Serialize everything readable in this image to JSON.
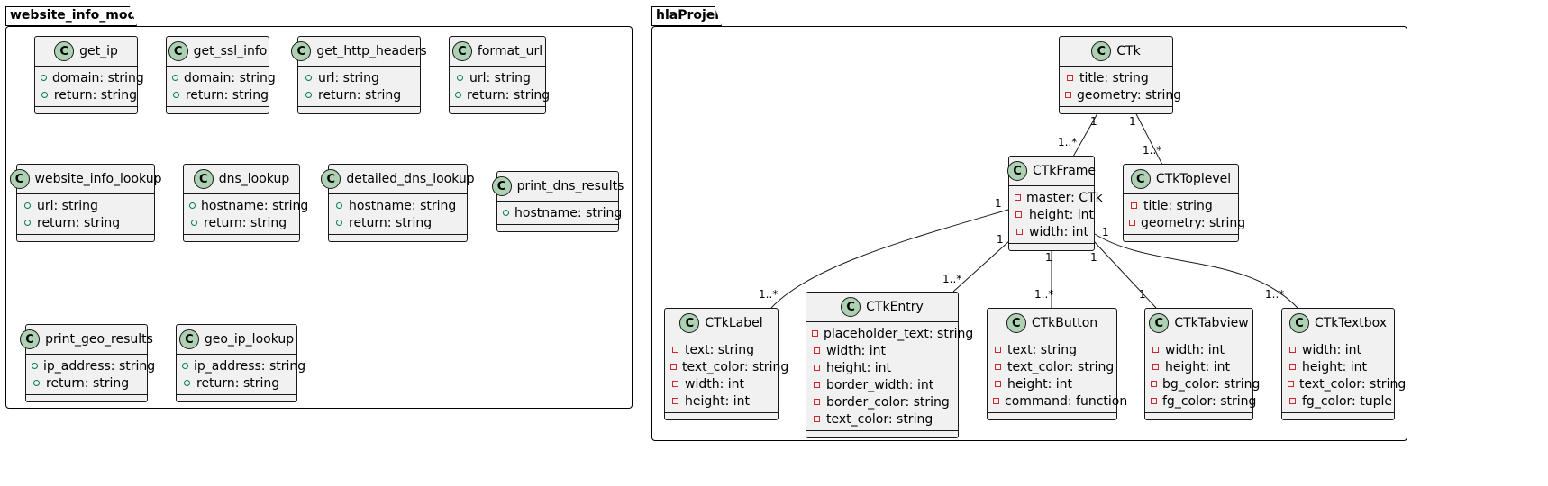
{
  "packages": [
    {
      "id": "website_info_module",
      "name": "website_info_module"
    },
    {
      "id": "hlaProjekt",
      "name": "hlaProjekt"
    }
  ],
  "classes": {
    "get_ip": {
      "name": "get_ip",
      "attrs": [
        {
          "vis": "+",
          "text": "domain: string"
        },
        {
          "vis": "+",
          "text": "return: string"
        }
      ]
    },
    "get_ssl_info": {
      "name": "get_ssl_info",
      "attrs": [
        {
          "vis": "+",
          "text": "domain: string"
        },
        {
          "vis": "+",
          "text": "return: string"
        }
      ]
    },
    "get_http_headers": {
      "name": "get_http_headers",
      "attrs": [
        {
          "vis": "+",
          "text": "url: string"
        },
        {
          "vis": "+",
          "text": "return: string"
        }
      ]
    },
    "format_url": {
      "name": "format_url",
      "attrs": [
        {
          "vis": "+",
          "text": "url: string"
        },
        {
          "vis": "+",
          "text": "return: string"
        }
      ]
    },
    "website_info_lookup": {
      "name": "website_info_lookup",
      "attrs": [
        {
          "vis": "+",
          "text": "url: string"
        },
        {
          "vis": "+",
          "text": "return: string"
        }
      ]
    },
    "dns_lookup": {
      "name": "dns_lookup",
      "attrs": [
        {
          "vis": "+",
          "text": "hostname: string"
        },
        {
          "vis": "+",
          "text": "return: string"
        }
      ]
    },
    "detailed_dns_lookup": {
      "name": "detailed_dns_lookup",
      "attrs": [
        {
          "vis": "+",
          "text": "hostname: string"
        },
        {
          "vis": "+",
          "text": "return: string"
        }
      ]
    },
    "print_dns_results": {
      "name": "print_dns_results",
      "attrs": [
        {
          "vis": "+",
          "text": "hostname: string"
        }
      ]
    },
    "print_geo_results": {
      "name": "print_geo_results",
      "attrs": [
        {
          "vis": "+",
          "text": "ip_address: string"
        },
        {
          "vis": "+",
          "text": "return: string"
        }
      ]
    },
    "geo_ip_lookup": {
      "name": "geo_ip_lookup",
      "attrs": [
        {
          "vis": "+",
          "text": "ip_address: string"
        },
        {
          "vis": "+",
          "text": "return: string"
        }
      ]
    },
    "CTk": {
      "name": "CTk",
      "attrs": [
        {
          "vis": "-",
          "text": "title: string"
        },
        {
          "vis": "-",
          "text": "geometry: string"
        }
      ]
    },
    "CTkFrame": {
      "name": "CTkFrame",
      "attrs": [
        {
          "vis": "-",
          "text": "master: CTk"
        },
        {
          "vis": "-",
          "text": "height: int"
        },
        {
          "vis": "-",
          "text": "width: int"
        }
      ]
    },
    "CTkToplevel": {
      "name": "CTkToplevel",
      "attrs": [
        {
          "vis": "-",
          "text": "title: string"
        },
        {
          "vis": "-",
          "text": "geometry: string"
        }
      ]
    },
    "CTkLabel": {
      "name": "CTkLabel",
      "attrs": [
        {
          "vis": "-",
          "text": "text: string"
        },
        {
          "vis": "-",
          "text": "text_color: string"
        },
        {
          "vis": "-",
          "text": "width: int"
        },
        {
          "vis": "-",
          "text": "height: int"
        }
      ]
    },
    "CTkEntry": {
      "name": "CTkEntry",
      "attrs": [
        {
          "vis": "-",
          "text": "placeholder_text: string"
        },
        {
          "vis": "-",
          "text": "width: int"
        },
        {
          "vis": "-",
          "text": "height: int"
        },
        {
          "vis": "-",
          "text": "border_width: int"
        },
        {
          "vis": "-",
          "text": "border_color: string"
        },
        {
          "vis": "-",
          "text": "text_color: string"
        }
      ]
    },
    "CTkButton": {
      "name": "CTkButton",
      "attrs": [
        {
          "vis": "-",
          "text": "text: string"
        },
        {
          "vis": "-",
          "text": "text_color: string"
        },
        {
          "vis": "-",
          "text": "height: int"
        },
        {
          "vis": "-",
          "text": "command: function"
        }
      ]
    },
    "CTkTabview": {
      "name": "CTkTabview",
      "attrs": [
        {
          "vis": "-",
          "text": "width: int"
        },
        {
          "vis": "-",
          "text": "height: int"
        },
        {
          "vis": "-",
          "text": "bg_color: string"
        },
        {
          "vis": "-",
          "text": "fg_color: string"
        }
      ]
    },
    "CTkTextbox": {
      "name": "CTkTextbox",
      "attrs": [
        {
          "vis": "-",
          "text": "width: int"
        },
        {
          "vis": "-",
          "text": "height: int"
        },
        {
          "vis": "-",
          "text": "text_color: string"
        },
        {
          "vis": "-",
          "text": "fg_color: tuple"
        }
      ]
    }
  },
  "associations": [
    {
      "from": "CTk",
      "to": "CTkFrame",
      "from_mult": "1",
      "to_mult": "1..*"
    },
    {
      "from": "CTk",
      "to": "CTkToplevel",
      "from_mult": "1",
      "to_mult": "1..*"
    },
    {
      "from": "CTkFrame",
      "to": "CTkLabel",
      "from_mult": "1",
      "to_mult": "1..*"
    },
    {
      "from": "CTkFrame",
      "to": "CTkEntry",
      "from_mult": "1",
      "to_mult": "1..*"
    },
    {
      "from": "CTkFrame",
      "to": "CTkButton",
      "from_mult": "1",
      "to_mult": "1..*"
    },
    {
      "from": "CTkFrame",
      "to": "CTkTabview",
      "from_mult": "1",
      "to_mult": "1"
    },
    {
      "from": "CTkFrame",
      "to": "CTkTextbox",
      "from_mult": "1",
      "to_mult": "1..*"
    }
  ],
  "class_stereotype_letter": "C",
  "colors": {
    "class_fill": "#f1f1f1",
    "stereotype_circle": "#add1b2",
    "public_vis": "#038048",
    "private_vis": "#c82930",
    "border": "#181818"
  }
}
